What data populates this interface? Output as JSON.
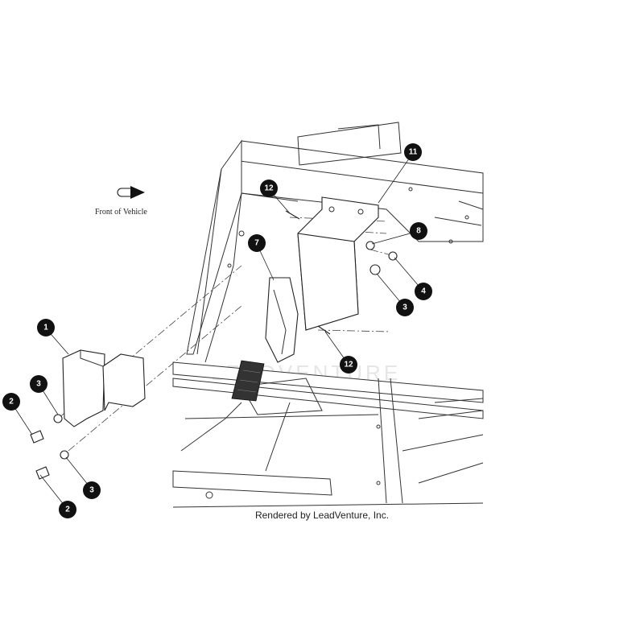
{
  "diagram": {
    "front_label": "Front of Vehicle",
    "footer": "Rendered by LeadVenture, Inc.",
    "watermark": "LEADVENTURE",
    "callouts": [
      {
        "label": "1"
      },
      {
        "label": "2"
      },
      {
        "label": "2"
      },
      {
        "label": "3"
      },
      {
        "label": "3"
      },
      {
        "label": "3"
      },
      {
        "label": "4"
      },
      {
        "label": "7"
      },
      {
        "label": "8"
      },
      {
        "label": "11"
      },
      {
        "label": "12"
      },
      {
        "label": "12"
      }
    ]
  }
}
